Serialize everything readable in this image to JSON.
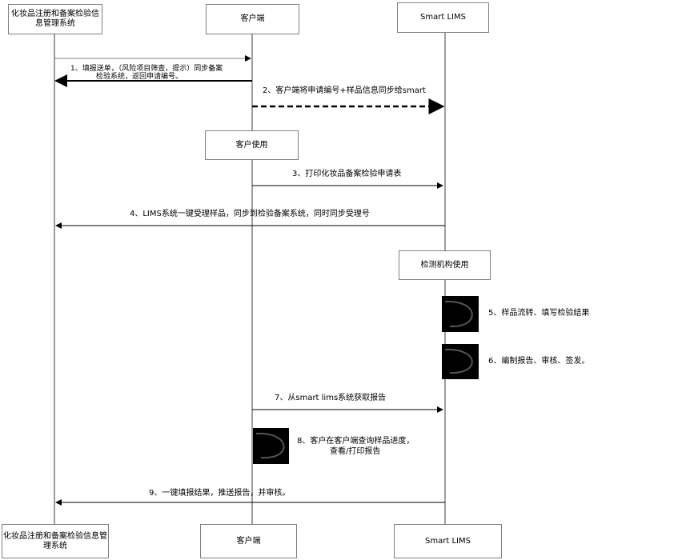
{
  "participants_top": [
    "化妆品注册和备案检验信息管理系统",
    "客户端",
    "Smart  LIMS"
  ],
  "participants_bottom": [
    "化妆品注册和备案检验信息管理系统",
    "客户端",
    "Smart  LIMS"
  ],
  "phases": {
    "client_use": "客户使用",
    "lab_use": "检测机构使用"
  },
  "messages": {
    "m1_line1": "1、填报送单，（风险项目筛查，提示）同步备案",
    "m1_line2": "检验系统，返回申请编号。",
    "m2": "2、客户端将申请编号+样品信息同步给smart",
    "m3": "3、打印化妆品备案检验申请表",
    "m4": "4、LIMS系统一键受理样品，同步到检验备案系统，同时同步受理号",
    "m5": "5、样品流转、填写检验结果",
    "m6": "6、编制报告、审核、签发。",
    "m7": "7、从smart lims系统获取报告",
    "m8_line1": "8、客户在客户端查询样品进度，",
    "m8_line2": "查看/打印报告",
    "m9": "9、一键填报结果，推送报告，并审核。"
  }
}
